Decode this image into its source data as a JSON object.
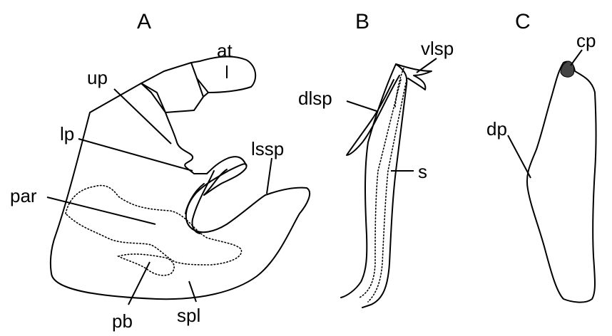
{
  "panels": {
    "A": {
      "letter": "A",
      "labels": {
        "at": "at",
        "up": "up",
        "lp": "lp",
        "lssp": "lssp",
        "par": "par",
        "pb": "pb",
        "spl": "spl"
      }
    },
    "B": {
      "letter": "B",
      "labels": {
        "vlsp": "vlsp",
        "dlsp": "dlsp",
        "s": "s"
      }
    },
    "C": {
      "letter": "C",
      "labels": {
        "cp": "cp",
        "dp": "dp"
      }
    }
  }
}
